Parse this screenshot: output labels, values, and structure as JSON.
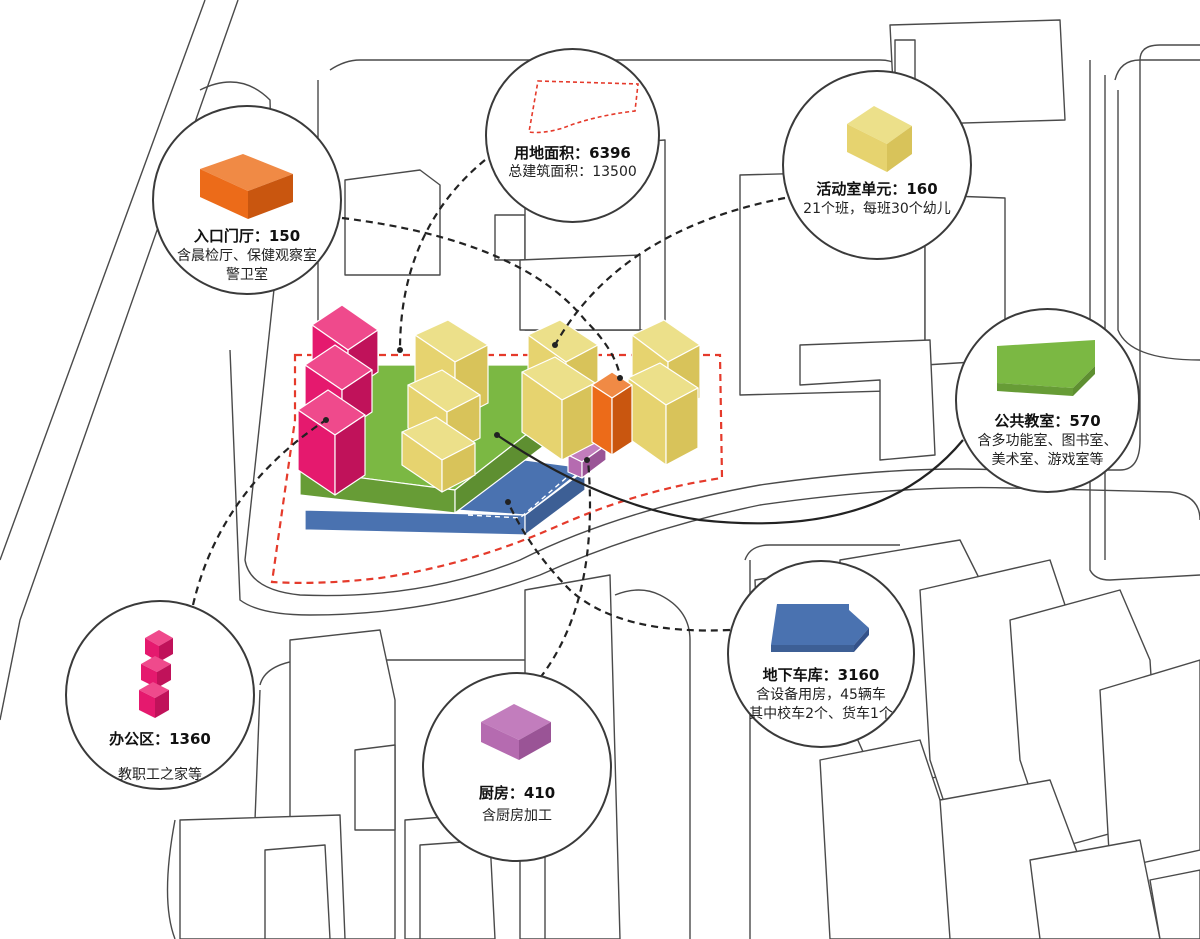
{
  "colors": {
    "magenta": "#e5196e",
    "yellow": "#e6d36f",
    "green": "#7bb843",
    "blue": "#4a72b0",
    "orange": "#ec6b19",
    "purple": "#b56bb0",
    "boundary": "#e53a2b",
    "line": "#222222"
  },
  "icons": {
    "entrance": "orange-box-icon",
    "site": "red-dashed-outline-icon",
    "activity": "yellow-box-icon",
    "public": "green-slab-icon",
    "garage": "blue-slab-icon",
    "kitchen": "purple-box-icon",
    "office": "magenta-stack-icon"
  },
  "labels": {
    "entrance": {
      "title": "入口门厅：150",
      "line1": "含晨检厅、保健观察室",
      "line2": "警卫室"
    },
    "site": {
      "title": "用地面积：6396",
      "line1": "总建筑面积：13500"
    },
    "activity": {
      "title": "活动室单元：160",
      "line1": "21个班，每班30个幼儿"
    },
    "public": {
      "title": "公共教室：570",
      "line1": "含多功能室、图书室、",
      "line2": "美术室、游戏室等"
    },
    "garage": {
      "title": "地下车库：3160",
      "line1": "含设备用房，45辆车",
      "line2": "其中校车2个、货车1个"
    },
    "kitchen": {
      "title": "厨房：410",
      "line1": "含厨房加工"
    },
    "office": {
      "title": "办公区：1360",
      "line1": "教职工之家等"
    }
  }
}
